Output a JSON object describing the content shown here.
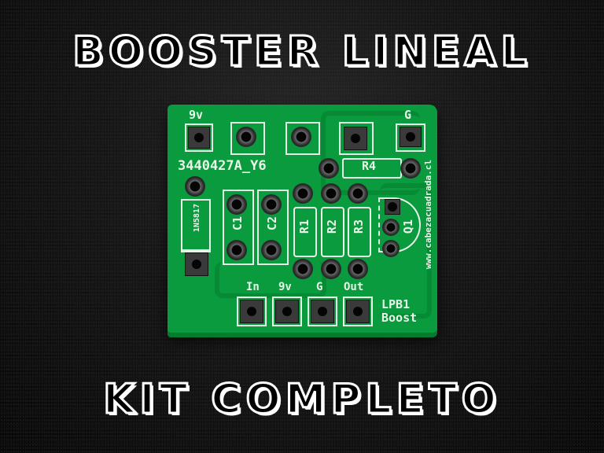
{
  "headline_top": "BOOSTER LINEAL",
  "headline_bottom": "KIT COMPLETO",
  "pcb": {
    "board_color": "#0a9b3e",
    "silkscreen_color": "#e8f5e8",
    "top_labels": {
      "left": "9v",
      "right": "G"
    },
    "part_code": "3440427A_Y6",
    "diode_label": "1N5817",
    "capacitors": [
      "C1",
      "C2"
    ],
    "resistors": [
      "R1",
      "R2",
      "R3",
      "R4"
    ],
    "transistor": "Q1",
    "website": "www.cabezacuadrada.cl",
    "bottom_pins": [
      "In",
      "9v",
      "G",
      "Out"
    ],
    "board_name_line1": "LPB1",
    "board_name_line2": "Boost"
  }
}
